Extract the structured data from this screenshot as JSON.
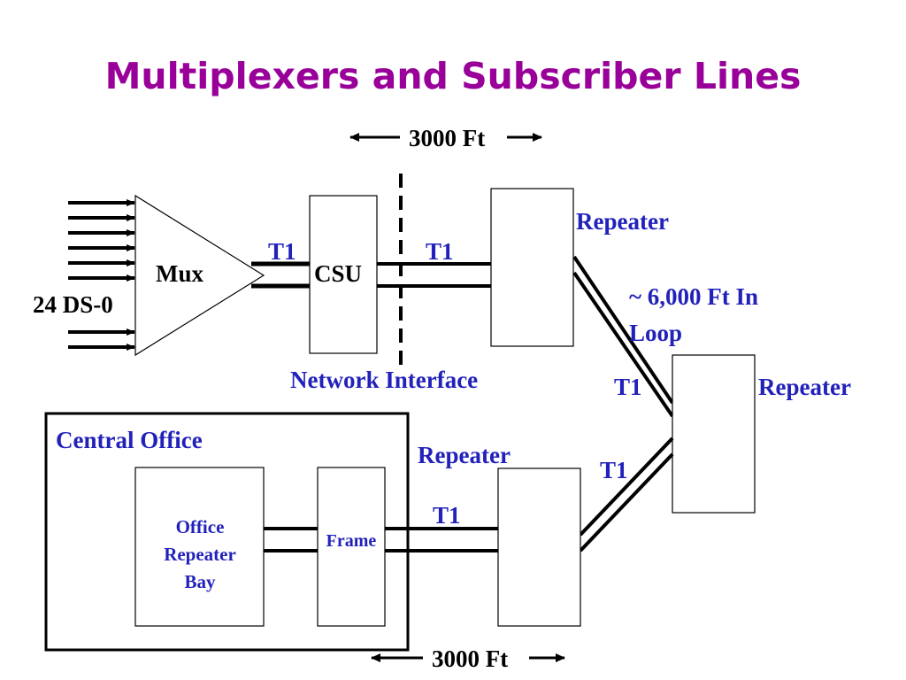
{
  "title": "Multiplexers and Subscriber Lines",
  "labels": {
    "distance_top": "3000 Ft",
    "distance_bottom": "3000 Ft",
    "input_label": "24 DS-0",
    "mux": "Mux",
    "csu": "CSU",
    "t1_mux_csu": "T1",
    "t1_csu_repeater": "T1",
    "network_interface": "Network Interface",
    "repeater_top": "Repeater",
    "loop_line1": "~ 6,000 Ft In",
    "loop_line2": "Loop",
    "t1_right_upper": "T1",
    "repeater_right": "Repeater",
    "t1_right_lower": "T1",
    "repeater_bottom": "Repeater",
    "t1_bottom": "T1",
    "central_office": "Central Office",
    "office_repeater_bay_line1": "Office",
    "office_repeater_bay_line2": "Repeater",
    "office_repeater_bay_line3": "Bay",
    "frame": "Frame"
  },
  "colors": {
    "title": "#990099",
    "label": "#2222bb",
    "line": "#000000"
  }
}
